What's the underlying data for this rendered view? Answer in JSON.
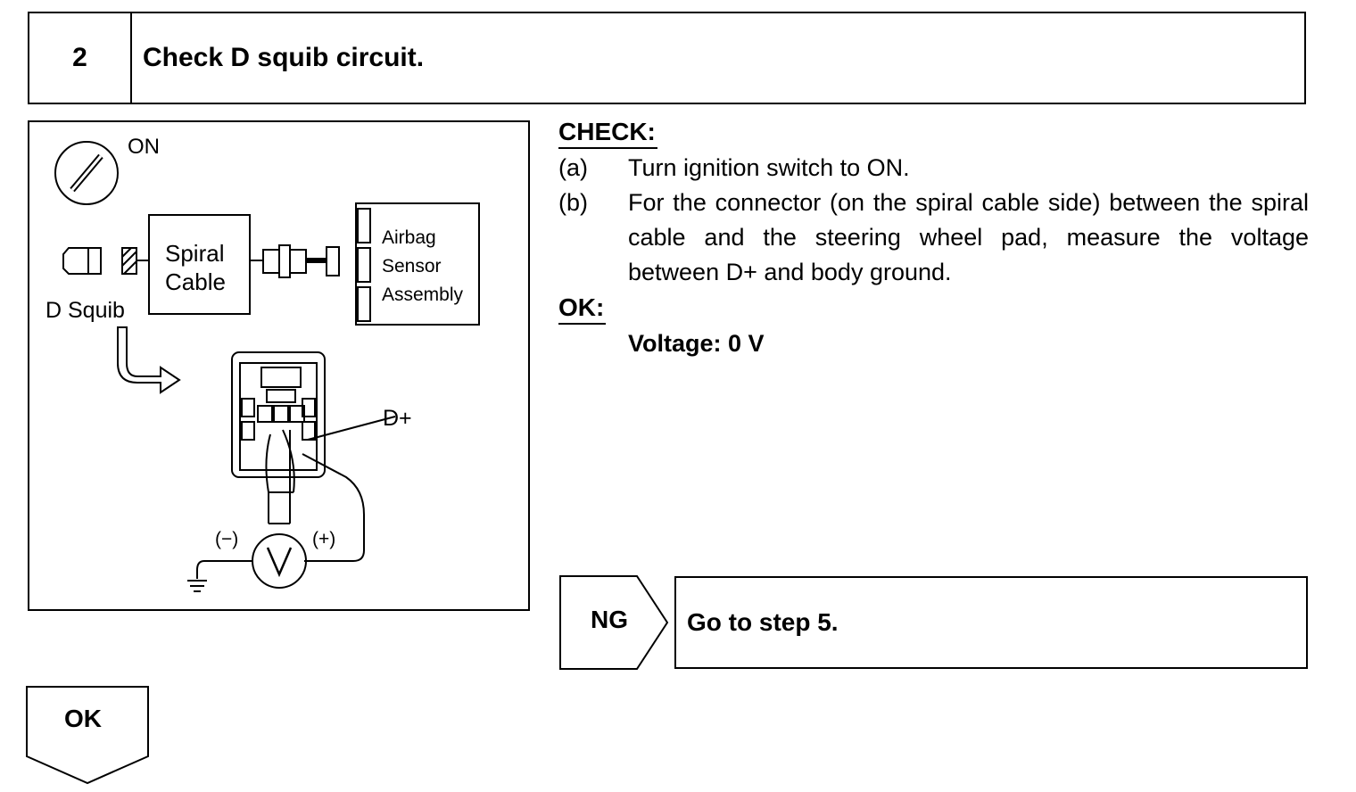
{
  "header": {
    "step_number": "2",
    "title": "Check D squib circuit."
  },
  "figure": {
    "ignition_label": "ON",
    "spiral_cable_line1": "Spiral",
    "spiral_cable_line2": "Cable",
    "airbag_line1": "Airbag",
    "airbag_line2": "Sensor",
    "airbag_line3": "Assembly",
    "d_squib_label": "D Squib",
    "d_plus_label": "D+",
    "minus_label": "(−)",
    "plus_label": "(+)",
    "meter_symbol": "V"
  },
  "check": {
    "heading": "CHECK:",
    "steps": [
      {
        "label": "(a)",
        "text": "Turn ignition switch to ON."
      },
      {
        "label": "(b)",
        "text": "For the connector (on the spiral cable side) between the spiral cable and the steering wheel pad, measure the voltage between D+ and body ground."
      }
    ]
  },
  "ok_section": {
    "heading": "OK:",
    "value": "Voltage: 0 V"
  },
  "ng": {
    "label": "NG",
    "action": "Go to step 5."
  },
  "ok_next": {
    "label": "OK"
  }
}
